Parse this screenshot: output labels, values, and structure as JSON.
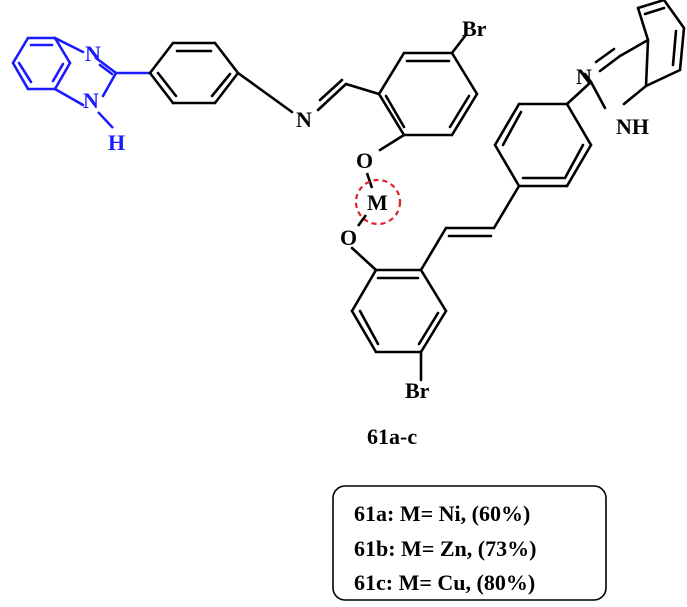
{
  "colors": {
    "bond": "#000000",
    "highlight": "#1a1aff",
    "metal_circle": "#e0202a"
  },
  "atoms": {
    "n_left_top": "N",
    "nh_left_n": "N",
    "nh_left_h": "H",
    "imine_n": "N",
    "br_top": "Br",
    "o_top": "O",
    "metal": "M",
    "o_bottom": "O",
    "br_bottom": "Br",
    "n_right_top": "N",
    "nh_right": "NH"
  },
  "compound_label": "61a-c",
  "legend": {
    "lines": [
      "61a: M= Ni, (60%)",
      "61b: M= Zn, (73%)",
      "61c: M= Cu, (80%)"
    ]
  }
}
